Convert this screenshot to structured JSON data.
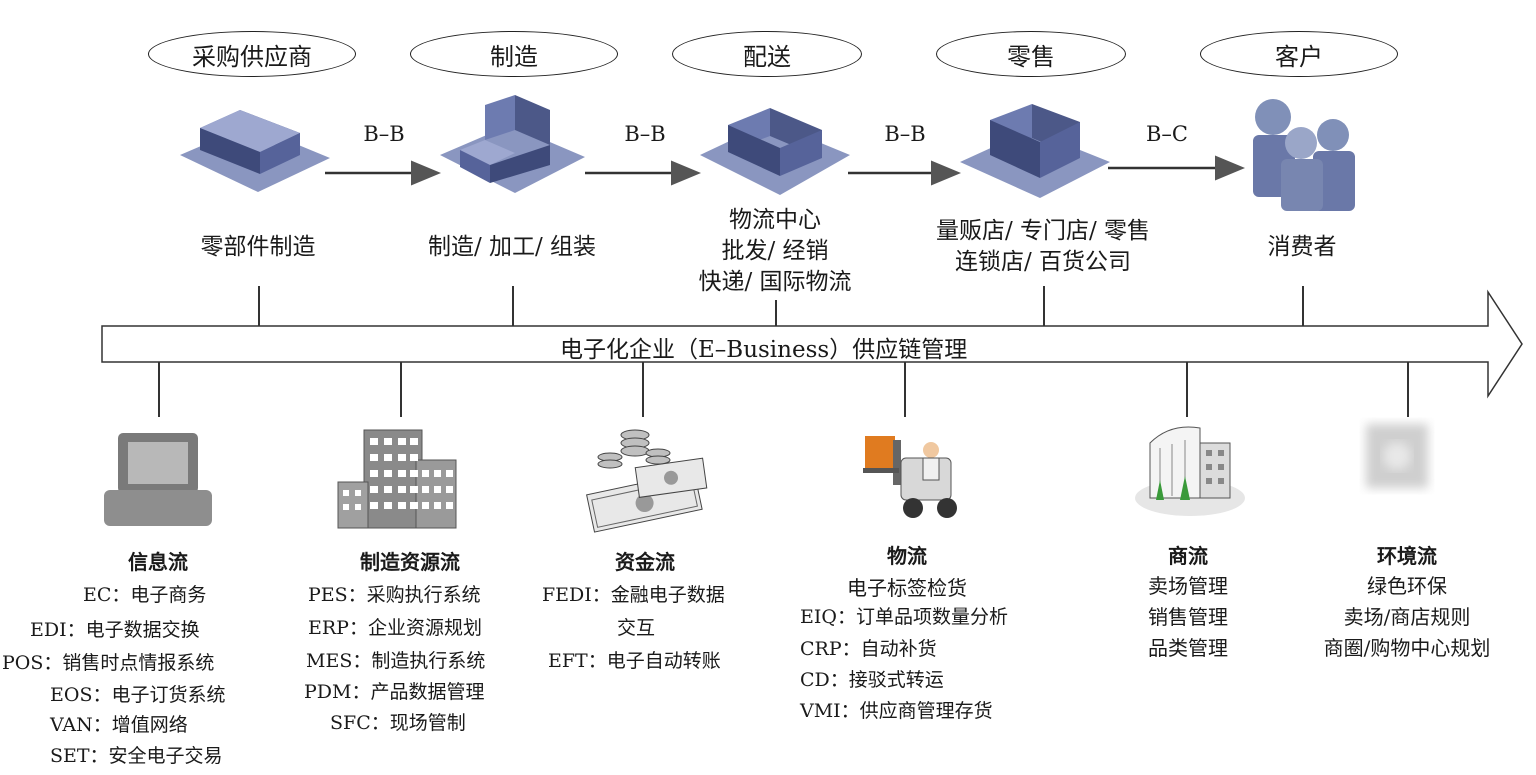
{
  "stages": [
    {
      "name": "采购供应商",
      "lines": [
        "零部件制造"
      ]
    },
    {
      "name": "制造",
      "lines": [
        "制造/ 加工/ 组装"
      ]
    },
    {
      "name": "配送",
      "lines": [
        "物流中心",
        "批发/ 经销",
        "快递/ 国际物流"
      ]
    },
    {
      "name": "零售",
      "lines": [
        "量贩店/ 专门店/ 零售",
        "连锁店/ 百货公司"
      ]
    },
    {
      "name": "客户",
      "lines": [
        "消费者"
      ]
    }
  ],
  "transitions": [
    "B–B",
    "B–B",
    "B–B",
    "B–C"
  ],
  "banner": "电子化企业（E–Business）供应链管理",
  "flows": {
    "info": {
      "title": "信息流",
      "items": [
        "EC：电子商务",
        "EDI：电子数据交换",
        "POS：销售时点情报系统",
        "EOS：电子订货系统",
        "VAN：增值网络",
        "SET：安全电子交易"
      ]
    },
    "manufacturing": {
      "title": "制造资源流",
      "items": [
        "PES：采购执行系统",
        "ERP：企业资源规划",
        "MES：制造执行系统",
        "PDM：产品数据管理",
        "SFC：现场管制"
      ]
    },
    "capital": {
      "title": "资金流",
      "items": [
        "FEDI：金融电子数据",
        "交互",
        "EFT：电子自动转账"
      ]
    },
    "logistics": {
      "title": "物流",
      "items": [
        "电子标签检货",
        "EIQ：订单品项数量分析",
        "CRP：自动补货",
        "CD：接驳式转运",
        "VMI：供应商管理存货"
      ]
    },
    "commerce": {
      "title": "商流",
      "items": [
        "卖场管理",
        "销售管理",
        "品类管理"
      ]
    },
    "environment": {
      "title": "环境流",
      "items": [
        "绿色环保",
        "卖场/商店规则",
        "商圈/购物中心规划"
      ]
    }
  },
  "icons": {
    "stages": [
      "factory-icon",
      "manufacturing-plant-icon",
      "distribution-center-icon",
      "retail-store-icon",
      "consumers-icon"
    ],
    "flows": [
      "computer-icon",
      "buildings-icon",
      "money-icon",
      "forklift-icon",
      "department-store-icon",
      "environment-icon"
    ]
  },
  "colors": {
    "building": "#5a6a9c",
    "arrow": "#555555",
    "banner_border": "#333333"
  }
}
